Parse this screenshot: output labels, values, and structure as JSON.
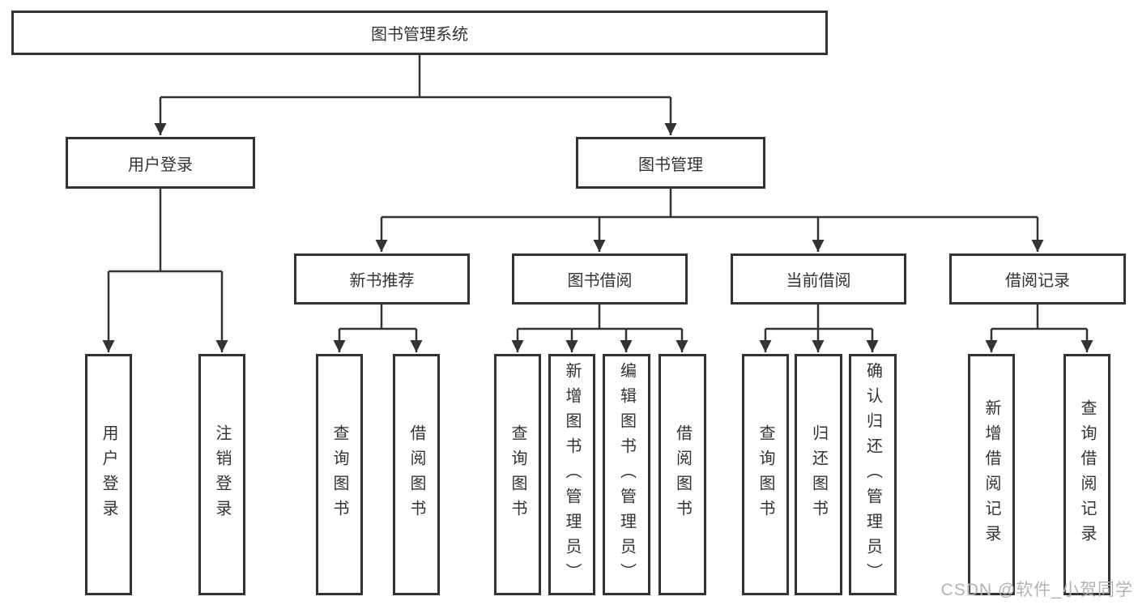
{
  "tree": {
    "root": "图书管理系统",
    "children": [
      {
        "label": "用户登录",
        "children": [
          {
            "label": "用户登录"
          },
          {
            "label": "注销登录"
          }
        ]
      },
      {
        "label": "图书管理",
        "children": [
          {
            "label": "新书推荐",
            "children": [
              {
                "label": "查询图书"
              },
              {
                "label": "借阅图书"
              }
            ]
          },
          {
            "label": "图书借阅",
            "children": [
              {
                "label": "查询图书"
              },
              {
                "label": "新增图书（管理员）"
              },
              {
                "label": "编辑图书（管理员）"
              },
              {
                "label": "借阅图书"
              }
            ]
          },
          {
            "label": "当前借阅",
            "children": [
              {
                "label": "查询图书"
              },
              {
                "label": "归还图书"
              },
              {
                "label": "确认归还（管理员）"
              }
            ]
          },
          {
            "label": "借阅记录",
            "children": [
              {
                "label": "新增借阅记录"
              },
              {
                "label": "查询借阅记录"
              }
            ]
          }
        ]
      }
    ]
  },
  "watermark": "CSDN @软件_小贺同学",
  "colors": {
    "line": "#333333",
    "text": "#333333",
    "box_background": "#ffffff",
    "page_background": "#ffffff",
    "watermark": "#b3b3b3"
  }
}
